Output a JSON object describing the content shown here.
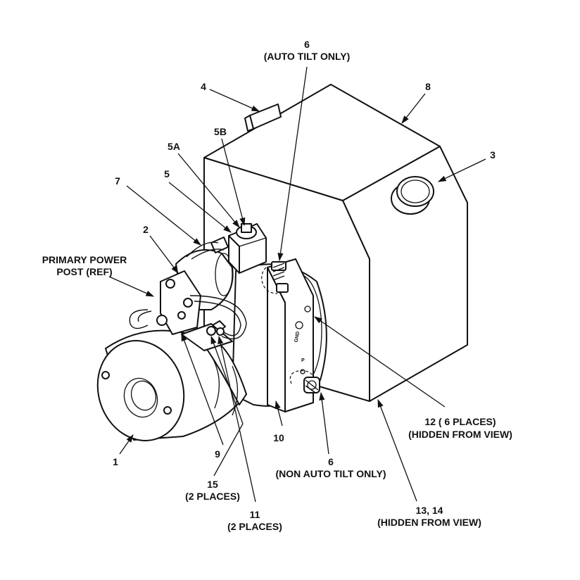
{
  "labels": {
    "l6_top_num": "6",
    "l6_top_note": "(AUTO TILT ONLY)",
    "l8": "8",
    "l4": "4",
    "l5b": "5B",
    "l5a": "5A",
    "l3": "3",
    "l7": "7",
    "l5": "5",
    "l2": "2",
    "primary_line1": "PRIMARY POWER",
    "primary_line2": "POST (REF)",
    "l12_line1": "12 ( 6 PLACES)",
    "l12_line2": "(HIDDEN FROM VIEW)",
    "l10": "10",
    "l9": "9",
    "l1": "1",
    "l6_bot_num": "6",
    "l6_bot_note": "(NON AUTO TILT ONLY)",
    "l15_num": "15",
    "l15_note": "(2 PLACES)",
    "l11_num": "11",
    "l11_note": "(2 PLACES)",
    "l1314_line1": "13, 14",
    "l1314_line2": "(HIDDEN FROM VIEW)"
  },
  "markings": {
    "gnd": "GND",
    "p": "P"
  }
}
